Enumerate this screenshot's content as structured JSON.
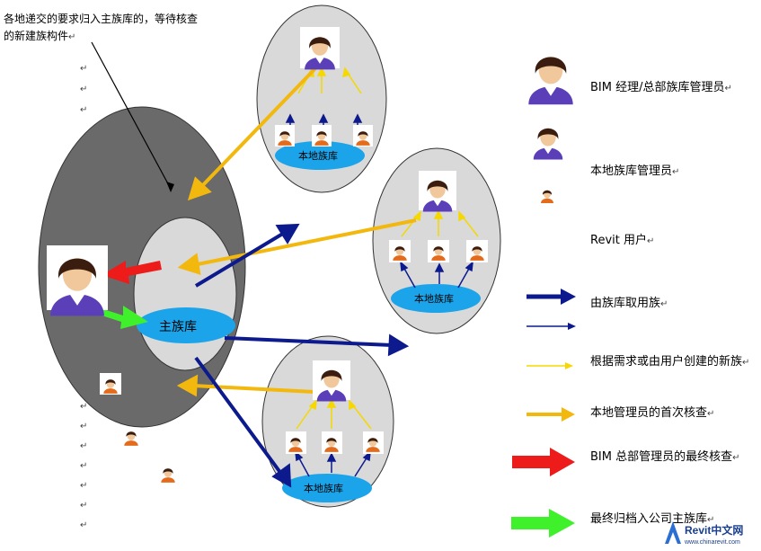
{
  "annotation": {
    "line1": "各地递交的要求归入主族库的，等待核查",
    "line2": "的新建族构件"
  },
  "main_library_label": "主族库",
  "local_library_label": "本地族库",
  "legend": {
    "bim_manager": "BIM 经理/总部族库管理员",
    "local_manager": "本地族库管理员",
    "revit_user": "Revit 用户",
    "fetch": "由族库取用族",
    "create": "根据需求或由用户创建的新族",
    "first_check": "本地管理员的首次核查",
    "final_check": "BIM 总部管理员的最终核查",
    "archive": "最终归档入公司主族库"
  },
  "paragraph_mark": "↵",
  "watermark": {
    "brand": "Revit中文网",
    "url": "www.chinarevit.com"
  },
  "colors": {
    "navy": "#0c1a8e",
    "yellow": "#f5d800",
    "orange": "#f3b80d",
    "red": "#ee1b1b",
    "green": "#3ff12a",
    "blue_oval": "#1ba4e9",
    "dark_ellipse": "#6a6a6a",
    "light_ellipse": "#d9d9d9"
  }
}
